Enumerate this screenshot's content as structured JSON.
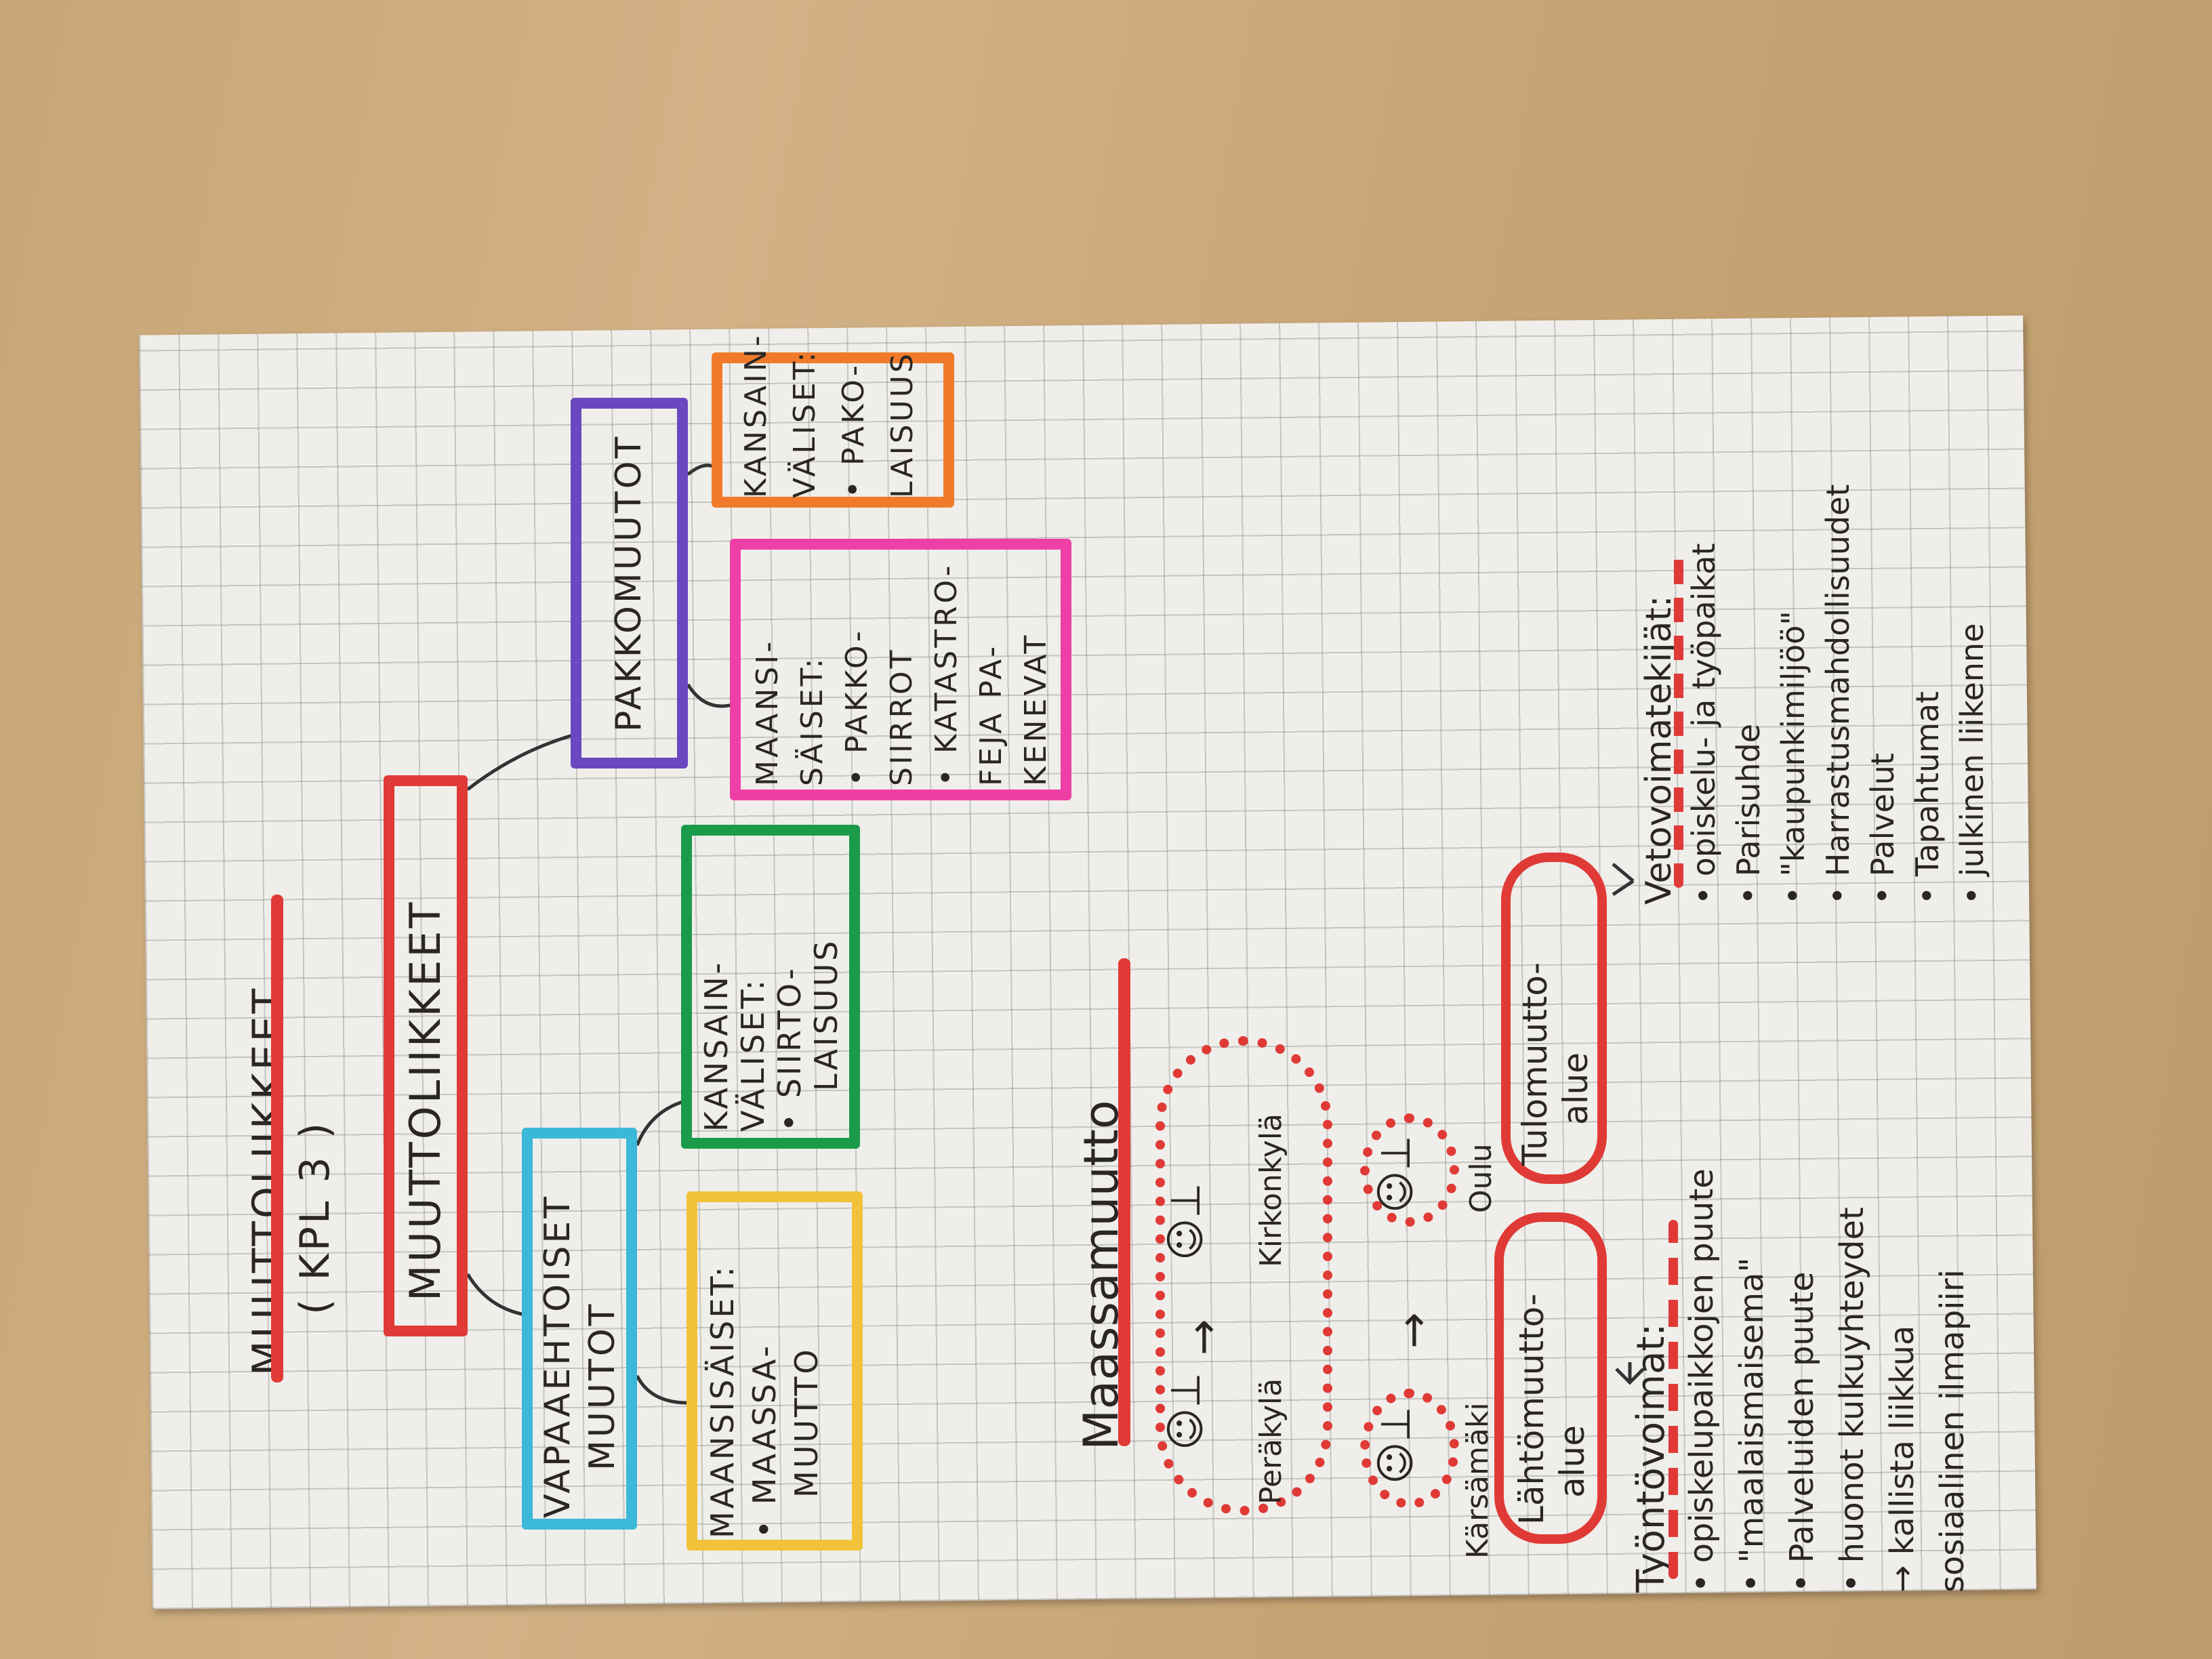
{
  "title": {
    "line1": "MUUTTOLIIKKEET",
    "line2": "( KPL 3 )"
  },
  "colors": {
    "red": "#e03a36",
    "purple": "#6a48c0",
    "orange": "#f07a2a",
    "pink": "#ee3fa6",
    "green": "#1b9a4a",
    "cyan": "#3cb8d8",
    "yellow": "#f2c33a"
  },
  "mindmap": {
    "root": "MUUTTOLIIKKEET",
    "forced": "PAKKOMUUTOT",
    "voluntary": [
      "VAPAAEHTOISET",
      "MUUTOT"
    ],
    "forced_international": [
      "KANSAIN-",
      "VÄLISET:",
      "• PAKO-",
      "LAISUUS"
    ],
    "forced_domestic": [
      "MAANSI-",
      "SÄISET:",
      "• PAKKO-",
      "SIIRROT",
      "• KATASTRO-",
      "FEJA PA-",
      "KENEVAT"
    ],
    "voluntary_international": [
      "KANSAIN-",
      "VÄLISET:",
      "• SIIRTO-",
      "LAISUUS"
    ],
    "voluntary_domestic": [
      "MAANSISÄISET:",
      "• MAASSA-",
      "MUUTTO"
    ]
  },
  "maassamuutto": {
    "heading": "Maassamuutto",
    "places": {
      "from1": "Peräkylä",
      "to1": "Kirkonkylä",
      "from2": "Kärsämäki",
      "to2": "Oulu"
    },
    "arrow": "→",
    "departure_area": [
      "Lähtömuutto-",
      "alue"
    ],
    "arrival_area": [
      "Tulomuutto-",
      "alue"
    ],
    "push_factors": {
      "title": "Työntövoimat:",
      "items": [
        "• opiskelupaikkojen puute",
        "• \"maalaismaisema\"",
        "• Palveluiden puute",
        "• huonot kulkuyhteydet",
        "→ kallista liikkua",
        "sosiaalinen ilmapiiri"
      ]
    },
    "pull_factors": {
      "title": "Vetovoimatekijät:",
      "items": [
        "• opiskelu- ja työpaikat",
        "• Parisuhde",
        "• \"kaupunkimiljöö\"",
        "• Harrastusmahdollisuudet",
        "• Palvelut",
        "• Tapahtumat",
        "• julkinen liikenne"
      ]
    }
  }
}
